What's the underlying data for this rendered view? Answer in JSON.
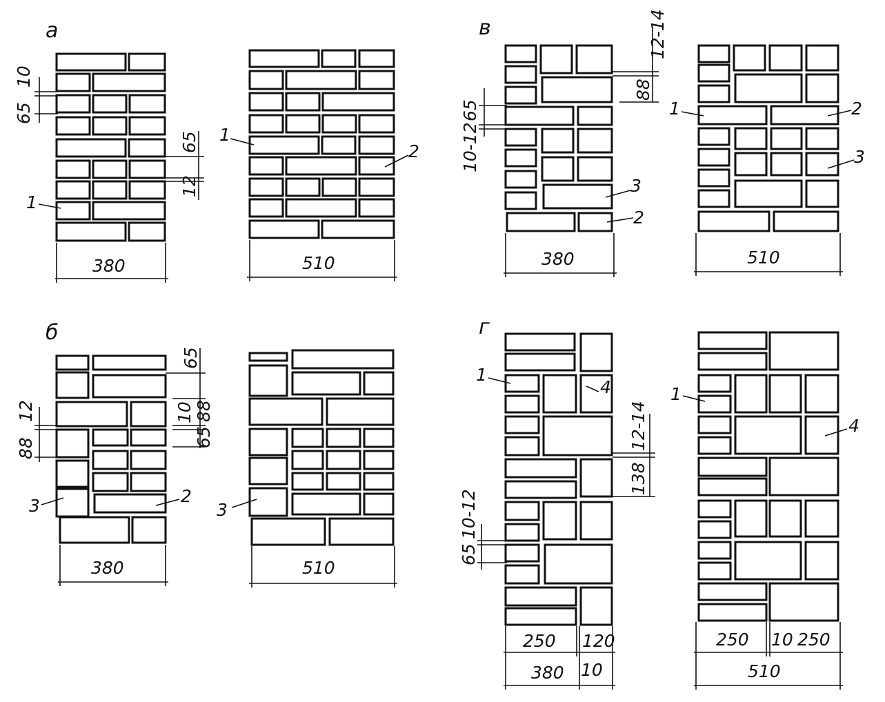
{
  "panels": {
    "a": {
      "label": "а",
      "dims": {
        "top_a": "10",
        "top_b": "65",
        "mid_a": "65",
        "mid_b": "12"
      },
      "callouts": [
        "1",
        "1",
        "2"
      ],
      "widths": [
        "380",
        "510"
      ]
    },
    "b": {
      "label": "б",
      "dims": {
        "left_a": "12",
        "left_b": "88",
        "right_a": "65",
        "right_b": "88",
        "right_c": "10",
        "right_d": "65"
      },
      "callouts": [
        "3",
        "2",
        "3"
      ],
      "widths": [
        "380",
        "510"
      ]
    },
    "v": {
      "label": "в",
      "dims": {
        "top_a": "12-14",
        "top_b": "88",
        "left_a": "65",
        "left_b": "10-12"
      },
      "callouts": [
        "3",
        "2",
        "1",
        "2",
        "3"
      ],
      "widths": [
        "380",
        "510"
      ]
    },
    "g": {
      "label": "г",
      "dims": {
        "right_a": "12-14",
        "right_b": "138",
        "left_a": "10-12",
        "left_b": "65"
      },
      "callouts": [
        "1",
        "4",
        "1",
        "4"
      ],
      "left_widths": {
        "a": "250",
        "b": "120",
        "total": "380",
        "gap": "10"
      },
      "right_widths": {
        "a": "250",
        "gap": "10",
        "b": "250",
        "total": "510"
      }
    }
  },
  "hatch_color": "#111111",
  "line_color": "#111111"
}
